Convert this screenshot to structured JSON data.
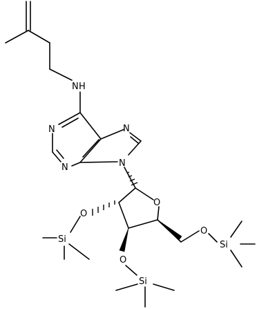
{
  "molecule": {
    "atoms": {
      "amine_n": "N",
      "amine_h": "H",
      "n1": "N",
      "n3": "N",
      "n7": "N",
      "n9": "N",
      "ring_o": "O",
      "o2": "O",
      "o3": "O",
      "o5": "O",
      "si2": "Si",
      "si3": "Si",
      "si5": "Si"
    }
  },
  "colors": {
    "ink": "#000000",
    "background": "#ffffff"
  }
}
